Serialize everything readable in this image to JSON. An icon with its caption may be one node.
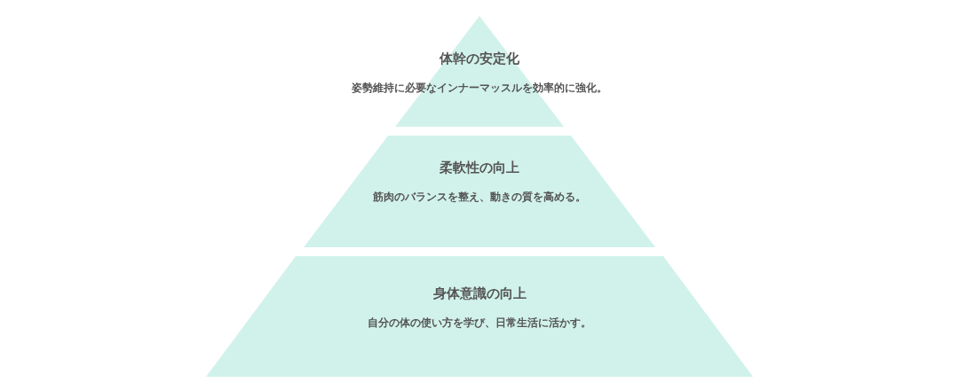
{
  "diagram": {
    "nodes": [
      {
        "text": [
          "体幹の安定化",
          "姿勢維持に必要なインナーマッスルを効率的に強化。"
        ]
      },
      {
        "text": [
          "柔軟性の向上",
          "筋肉のバランスを整え、動きの質を高める。"
        ]
      },
      {
        "text": [
          "身体意識の向上",
          "自分の体の使い方を学び、日常生活に活かす。"
        ]
      }
    ]
  }
}
